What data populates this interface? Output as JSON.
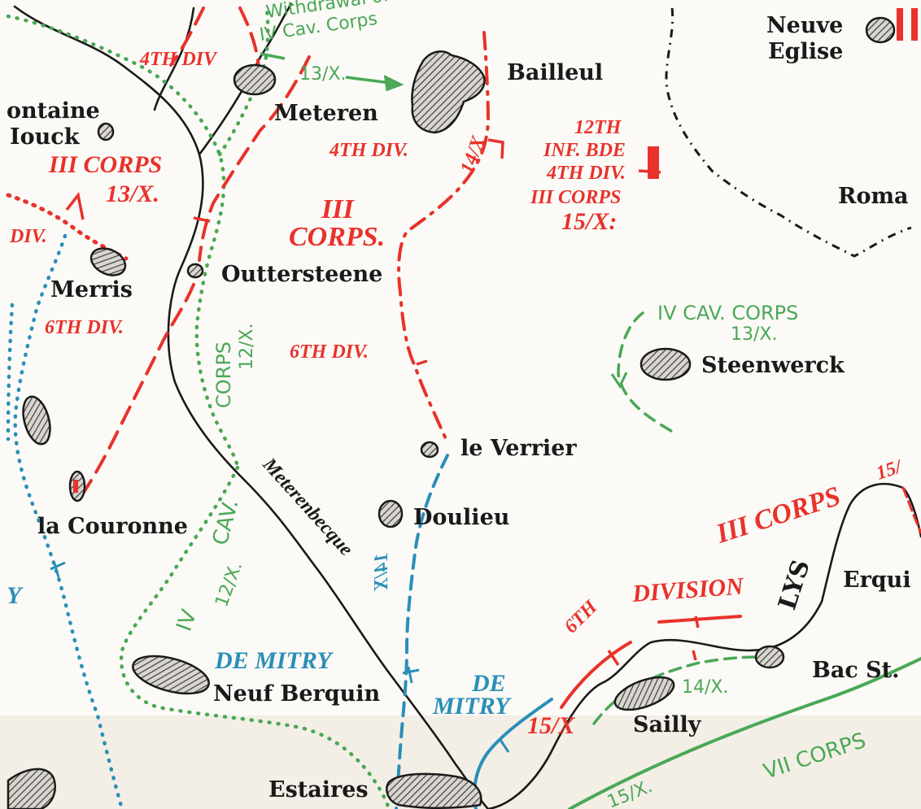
{
  "colors": {
    "paper": "#fbfaf6",
    "red": "#e8322b",
    "green": "#4aa856",
    "blue": "#2a8fb8",
    "ink": "#1a1a1a",
    "hatch": "#4a4a4a"
  },
  "places": {
    "neuve": "Neuve",
    "eglise": "Eglise",
    "bailleul": "Bailleul",
    "meteren": "Meteren",
    "fontaine": "ontaine",
    "houck": "Iouck",
    "roma": "Roma",
    "merris": "Merris",
    "outtersteene": "Outtersteene",
    "steenwerck": "Steenwerck",
    "le_verrier": "le Verrier",
    "doulieu": "Doulieu",
    "la_couronne": "la Couronne",
    "erqui": "Erqui",
    "bac_st": "Bac St.",
    "neuf_berquin": "Neuf Berquin",
    "sailly": "Sailly",
    "estaires": "Estaires"
  },
  "features": {
    "meterenbecque": "Meterenbecque",
    "lys": "LYS"
  },
  "units": {
    "u_4div_a": "4TH DIV",
    "withdrawal_1": "Withdrawal of",
    "withdrawal_2": "IV Cav. Corps",
    "date_13x_a": "13/X.",
    "date_14x_a": "14/X",
    "u_4div_b": "4TH DIV.",
    "u_12inf_1": "12TH",
    "u_12inf_2": "INF. BDE",
    "u_12inf_3": "4TH DIV.",
    "u_12inf_4": "III CORPS",
    "u_12inf_5": "15/X:",
    "u_3corps_a": "III CORPS",
    "date_13x_b": "13/X.",
    "u_div_left": "DIV.",
    "u_3corps_b1": "III",
    "u_3corps_b2": "CORPS.",
    "u_6div_a": "6TH DIV.",
    "u_6div_b": "6TH DIV.",
    "cav_corps_v": "CORPS",
    "date_12x_v": "12/X.",
    "iv_cav": "IV CAV. CORPS",
    "date_13x_c": "13/X.",
    "u_3corps_c": "III CORPS",
    "date_15_r": "15/",
    "u_6th": "6TH",
    "u_division": "DIVISION",
    "iv_v": "IV",
    "cav_v": "CAV.",
    "date_12x_b": "12/X.",
    "date_14x_b": "14/X",
    "date_14x_c": "14/X.",
    "de_mitry_a": "DE MITRY",
    "de_mitry_b1": "DE",
    "de_mitry_b2": "MITRY",
    "date_15x": "15/X",
    "vii_corps": "VII CORPS",
    "date_15x_b": "15/X.",
    "y_left": "Y"
  }
}
